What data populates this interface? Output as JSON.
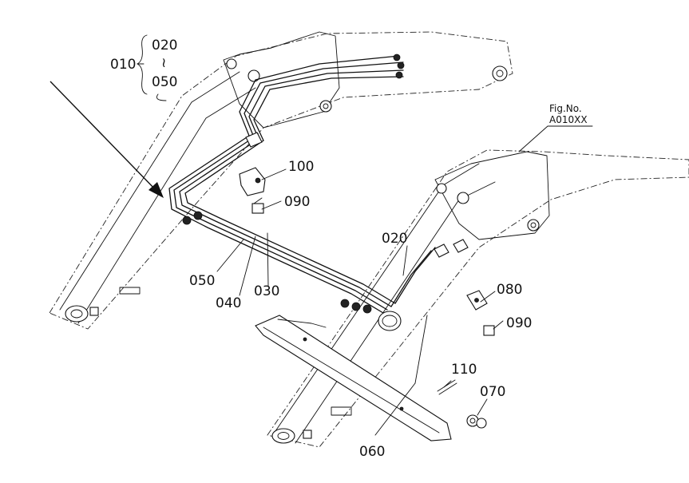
{
  "figure": {
    "fig_no_label": "Fig.No.",
    "fig_no_value": "A010XX"
  },
  "group_callout": {
    "main": "010",
    "range_start": "020",
    "range_sep": "≀",
    "range_end": "050"
  },
  "part_labels": {
    "p020": "020",
    "p030": "030",
    "p040": "040",
    "p050": "050",
    "p060": "060",
    "p070": "070",
    "p080": "080",
    "p090a": "090",
    "p090b": "090",
    "p100": "100",
    "p110": "110"
  },
  "colors": {
    "ink": "#111111",
    "paper": "#ffffff"
  }
}
